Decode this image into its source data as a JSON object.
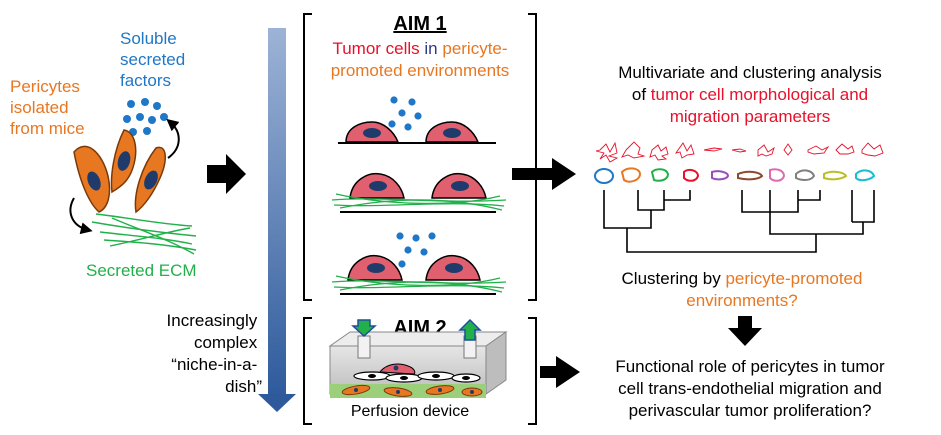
{
  "left": {
    "pericytes_label": [
      "Pericytes",
      "isolated",
      "from mice"
    ],
    "soluble_label": [
      "Soluble",
      "secreted",
      "factors"
    ],
    "ecm_label": "Secreted ECM"
  },
  "axis": {
    "label": [
      "Increasingly",
      "complex",
      "“niche-in-a-",
      "dish”"
    ]
  },
  "aim1": {
    "title": "AIM 1",
    "line1_a": "Tumor cells",
    "line1_b": " in ",
    "line1_c": "pericyte-",
    "line2": "promoted environments"
  },
  "aim2": {
    "title": "AIM 2",
    "device_label": "Perfusion device"
  },
  "analysis": {
    "line1": "Multivariate and clustering analysis",
    "line2_a": "of ",
    "line2_b": "tumor cell morphological and",
    "line3": "migration parameters"
  },
  "clustering": {
    "line1_a": "Clustering by ",
    "line1_b": "pericyte-promoted",
    "line2": "environments?"
  },
  "functional": {
    "line1": "Functional role of pericytes in tumor",
    "line2": "cell trans-endothelial migration and",
    "line3": "perivascular tumor proliferation?"
  },
  "colors": {
    "orange": "#E87722",
    "blue_text": "#1F77C8",
    "red": "#E8102A",
    "green": "#22B04B",
    "navy": "#2E5A9C",
    "tumor_fill": "#E06070"
  },
  "icons": [
    "right-arrow-icon",
    "down-arrow-icon",
    "curved-arrow-icon",
    "pericyte-cell-icon",
    "tumor-cell-icon",
    "dendrogram-icon"
  ]
}
